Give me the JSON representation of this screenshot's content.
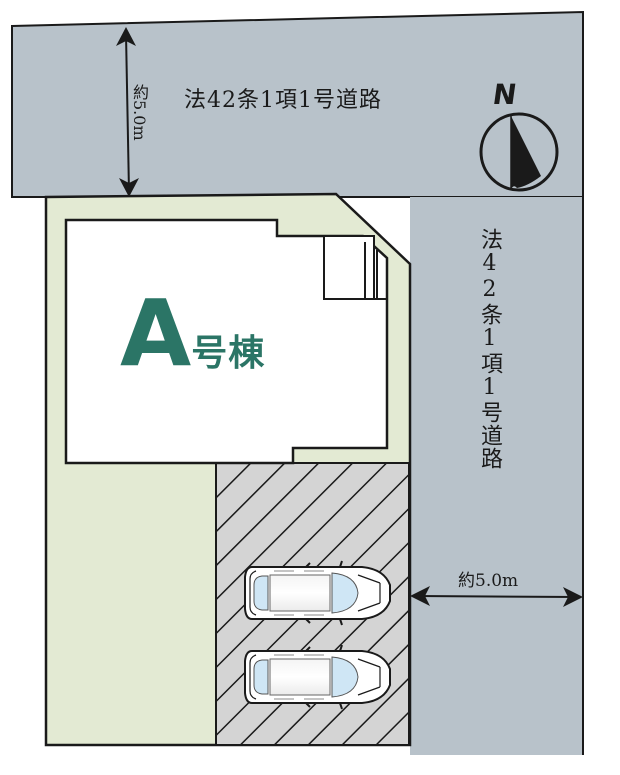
{
  "colors": {
    "road": "#b8c2ca",
    "lot": "#e3ead3",
    "building": "#ffffff",
    "parking": "#d4d4d4",
    "outline": "#1a1a1a",
    "label_green": "#2b7566",
    "car_glass": "#cfe6f5"
  },
  "roads": {
    "top": {
      "label": "法42条1項1号道路",
      "width_dimension": "約5.0m"
    },
    "right": {
      "label": "法42条1項1号道路",
      "width_dimension": "約5.0m"
    }
  },
  "compass": {
    "letter": "N",
    "icon": "north-arrow-icon"
  },
  "building": {
    "letter": "A",
    "suffix": "号棟"
  },
  "parking": {
    "car_count": 2,
    "icon": "car-icon"
  }
}
